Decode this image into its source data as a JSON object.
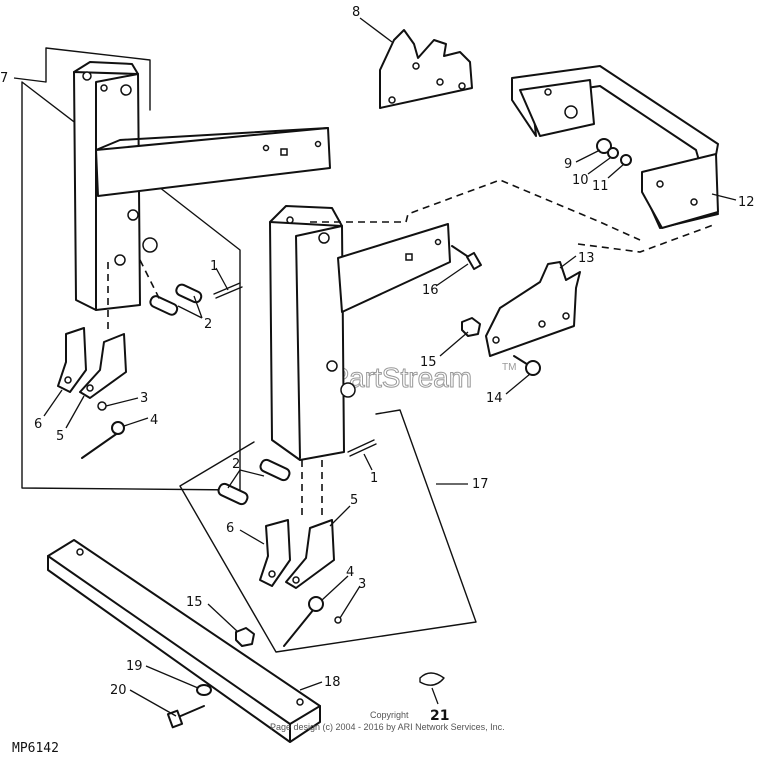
{
  "figure_code": "MP6142",
  "watermark": {
    "text": "ARI PartStream",
    "trademark": "TM"
  },
  "copyright": {
    "line1": "Copyright",
    "line2": "Page design (c) 2004 - 2016 by ARI Network Services, Inc."
  },
  "callouts": {
    "c7": "7",
    "c8": "8",
    "c9": "9",
    "c10": "10",
    "c11": "11",
    "c12": "12",
    "c13": "13",
    "c14": "14",
    "c15a": "15",
    "c15b": "15",
    "c16": "16",
    "c17": "17",
    "c18": "18",
    "c19": "19",
    "c20": "20",
    "c21": "21",
    "c1a": "1",
    "c2a": "2",
    "c3a": "3",
    "c4a": "4",
    "c5a": "5",
    "c6a": "6",
    "c1b": "1",
    "c2b": "2",
    "c3b": "3",
    "c4b": "4",
    "c5b": "5",
    "c6b": "6"
  },
  "colors": {
    "line": "#111111",
    "watermark": "#9a9a9a",
    "background": "#ffffff"
  }
}
